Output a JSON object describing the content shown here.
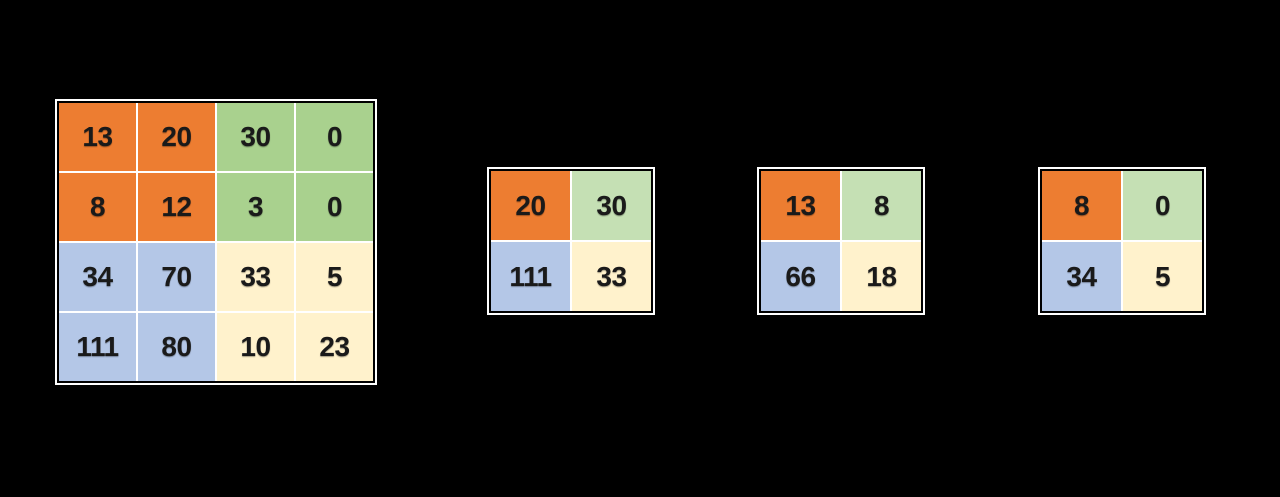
{
  "colors": {
    "background": "#000000",
    "grid_line": "#FFFFFF",
    "frame": "#FFFFFF",
    "cell_text": "#1A1A1A",
    "orange": "#ED7D31",
    "green": "#A9D18E",
    "green_light": "#C5E0B4",
    "blue": "#B4C7E7",
    "yellow": "#FFF2CC"
  },
  "matrices": {
    "input": {
      "rows": [
        [
          {
            "v": "13",
            "c": "orange"
          },
          {
            "v": "20",
            "c": "orange"
          },
          {
            "v": "30",
            "c": "green"
          },
          {
            "v": "0",
            "c": "green"
          }
        ],
        [
          {
            "v": "8",
            "c": "orange"
          },
          {
            "v": "12",
            "c": "orange"
          },
          {
            "v": "3",
            "c": "green"
          },
          {
            "v": "0",
            "c": "green"
          }
        ],
        [
          {
            "v": "34",
            "c": "blue"
          },
          {
            "v": "70",
            "c": "blue"
          },
          {
            "v": "33",
            "c": "yellow"
          },
          {
            "v": "5",
            "c": "yellow"
          }
        ],
        [
          {
            "v": "111",
            "c": "blue"
          },
          {
            "v": "80",
            "c": "blue"
          },
          {
            "v": "10",
            "c": "yellow"
          },
          {
            "v": "23",
            "c": "yellow"
          }
        ]
      ]
    },
    "output1": {
      "rows": [
        [
          {
            "v": "20",
            "c": "orange"
          },
          {
            "v": "30",
            "c": "green_light"
          }
        ],
        [
          {
            "v": "111",
            "c": "blue"
          },
          {
            "v": "33",
            "c": "yellow"
          }
        ]
      ]
    },
    "output2": {
      "rows": [
        [
          {
            "v": "13",
            "c": "orange"
          },
          {
            "v": "8",
            "c": "green_light"
          }
        ],
        [
          {
            "v": "66",
            "c": "blue"
          },
          {
            "v": "18",
            "c": "yellow"
          }
        ]
      ]
    },
    "output3": {
      "rows": [
        [
          {
            "v": "8",
            "c": "orange"
          },
          {
            "v": "0",
            "c": "green_light"
          }
        ],
        [
          {
            "v": "34",
            "c": "blue"
          },
          {
            "v": "5",
            "c": "yellow"
          }
        ]
      ]
    }
  }
}
